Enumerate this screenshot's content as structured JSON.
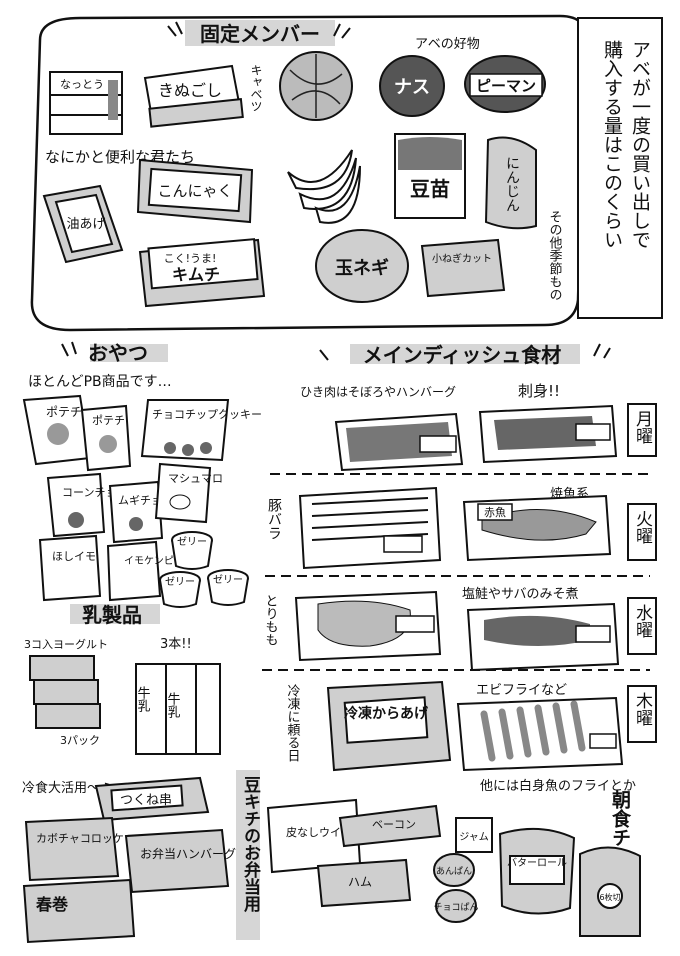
{
  "sections": {
    "fixed": {
      "title": "固定メンバー",
      "note": "アベが一度の買い出しで購入する量はこのくらい",
      "abe_favorite": "アベの好物",
      "handy": "なにかと便利な君たち",
      "seasonal": "その他季節もの",
      "items": {
        "natto": "なっとう",
        "kinugoshi": "きぬごし",
        "cabbage": "キャベツ",
        "nasu": "ナス",
        "piman": "ピーマン",
        "konnyaku": "こんにゃく",
        "aburaage": "油あげ",
        "toumyou": "豆苗",
        "ninjin": "にんじん",
        "kimchi_small": "こく!うま!",
        "kimchi": "キムチ",
        "tamanegi": "玉ネギ",
        "konegi": "小ねぎカット"
      }
    },
    "snacks": {
      "title": "おやつ",
      "subtitle": "ほとんどPB商品です…",
      "items": {
        "potechi1": "ポテチ",
        "potechi2": "ポテチ",
        "choco_cookie": "チョコチップクッキー",
        "corn_choco": "コーンチョコ",
        "mugi_choco": "ムギチョコ",
        "marshmallow": "マシュマロ",
        "hoshiimo": "ほしイモ",
        "imokenpi": "イモケンピ",
        "jelly1": "ゼリー",
        "jelly2": "ゼリー",
        "jelly3": "ゼリー"
      }
    },
    "dairy": {
      "title": "乳製品",
      "yogurt_note": "3コ入ヨーグルト",
      "yogurt_count": "3パック",
      "milk_note": "3本!!",
      "milk": "牛乳"
    },
    "frozen": {
      "note": "冷食大活用〜♫",
      "tsukune": "つくね串",
      "kabocha": "カボチャコロッケ",
      "hamburg": "お弁当ハンバーグ",
      "harumaki": "春巻",
      "vertical": "豆キチのお弁当用"
    },
    "main": {
      "title": "メインディッシュ食材",
      "days": [
        "月曜",
        "火曜",
        "水曜",
        "木曜"
      ],
      "hikiniku": "ひき肉はそぼろやハンバーグ",
      "sashimi": "刺身!!",
      "butabara": "豚バラ",
      "yakizakana": "焼魚系",
      "akauo": "赤魚",
      "torimomo": "とりもも",
      "shiozake": "塩鮭やサバのみそ煮",
      "reitou_note": "冷凍に頼る日",
      "karaage": "冷凍からあげ",
      "ebifry": "エビフライなど",
      "shiromi": "他には白身魚のフライとか"
    },
    "breakfast": {
      "title": "朝食チーム!!",
      "wiener": "皮なしウインナー",
      "bacon": "ベーコン",
      "ham": "ハム",
      "jam": "ジャム",
      "anpan": "あんぱん",
      "chocopan": "チョコぱん",
      "butter_roll": "バターロール",
      "shokupan": "6枚切"
    }
  }
}
